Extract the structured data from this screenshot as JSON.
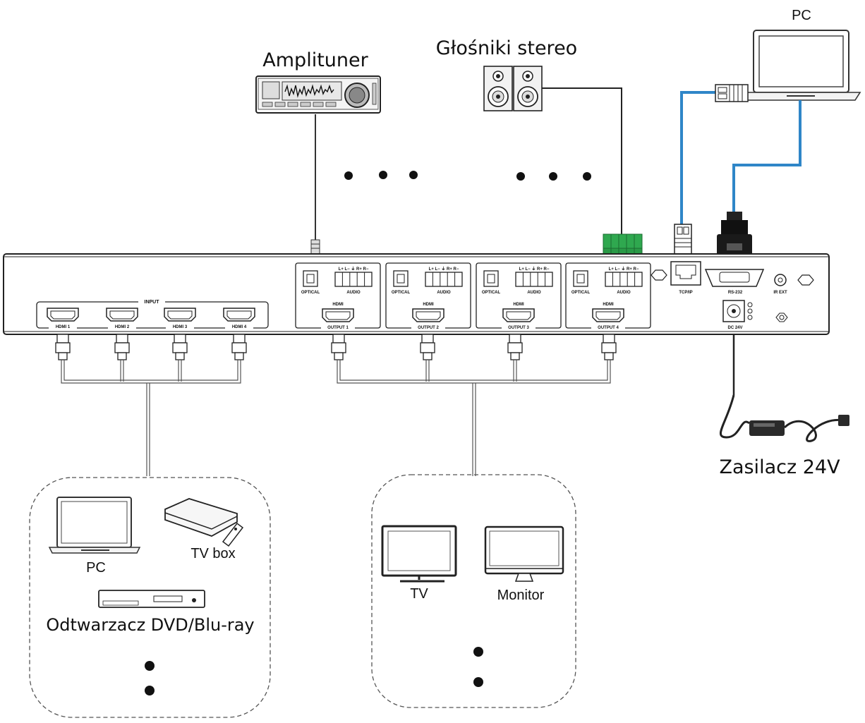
{
  "labels": {
    "amplituner": "Amplituner",
    "glosniki": "Głośniki stereo",
    "pc_top": "PC",
    "zasilacz": "Zasilacz 24V",
    "pc_source": "PC",
    "tv_box": "TV box",
    "dvd": "Odtwarzacz DVD/Blu-ray",
    "tv": "TV",
    "monitor": "Monitor"
  },
  "panel": {
    "input_title": "INPUT",
    "inputs": [
      "HDMI 1",
      "HDMI 2",
      "HDMI 3",
      "HDMI 4"
    ],
    "outputs": [
      "OUTPUT 1",
      "OUTPUT 2",
      "OUTPUT 3",
      "OUTPUT 4"
    ],
    "optical": "OPTICAL",
    "audio": "AUDIO",
    "hdmi": "HDMI",
    "audio_pins": "L+  L−  ⏚  R+  R−",
    "tcpip": "TCP/IP",
    "rs232": "RS-232",
    "irext": "IR EXT",
    "dc": "DC 24V"
  },
  "colors": {
    "cable_blue": "#2f86c8",
    "terminal_green": "#2fa84f",
    "line": "#222222"
  }
}
